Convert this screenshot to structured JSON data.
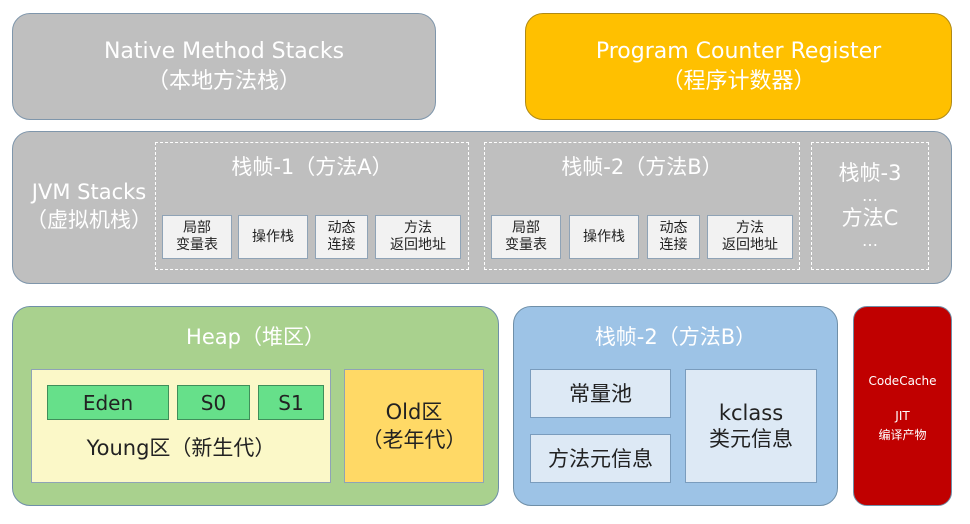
{
  "native": {
    "title": "Native Method Stacks",
    "subtitle": "（本地方法栈）"
  },
  "pc": {
    "title": "Program Counter Register",
    "subtitle": "（程序计数器）"
  },
  "jvm_stacks": {
    "label_line1": "JVM Stacks",
    "label_line2": "（虚拟机栈）",
    "frame1": {
      "title": "栈帧-1（方法A）",
      "cells": [
        {
          "line1": "局部",
          "line2": "变量表"
        },
        {
          "line1": "操作栈",
          "line2": ""
        },
        {
          "line1": "动态",
          "line2": "连接"
        },
        {
          "line1": "方法",
          "line2": "返回地址"
        }
      ]
    },
    "frame2": {
      "title": "栈帧-2（方法B）",
      "cells": [
        {
          "line1": "局部",
          "line2": "变量表"
        },
        {
          "line1": "操作栈",
          "line2": ""
        },
        {
          "line1": "动态",
          "line2": "连接"
        },
        {
          "line1": "方法",
          "line2": "返回地址"
        }
      ]
    },
    "frame3": {
      "line1": "栈帧-3",
      "line2": "…",
      "line3": "方法C",
      "line4": "…"
    }
  },
  "heap": {
    "title": "Heap（堆区）",
    "young": {
      "eden": "Eden",
      "s0": "S0",
      "s1": "S1",
      "label": "Young区（新生代）"
    },
    "old": {
      "line1": "Old区",
      "line2": "（老年代）"
    }
  },
  "method_area": {
    "title": "栈帧-2（方法B）",
    "constant_pool": "常量池",
    "method_meta": "方法元信息",
    "kclass_line1": "kclass",
    "kclass_line2": "类元信息"
  },
  "code_cache": {
    "title": "CodeCache",
    "line1": "JIT",
    "line2": "编译产物"
  },
  "colors": {
    "gray": "#bfbfbf",
    "yellow": "#ffc000",
    "green": "#a9d18e",
    "blue": "#9dc3e6",
    "red": "#c00000"
  }
}
